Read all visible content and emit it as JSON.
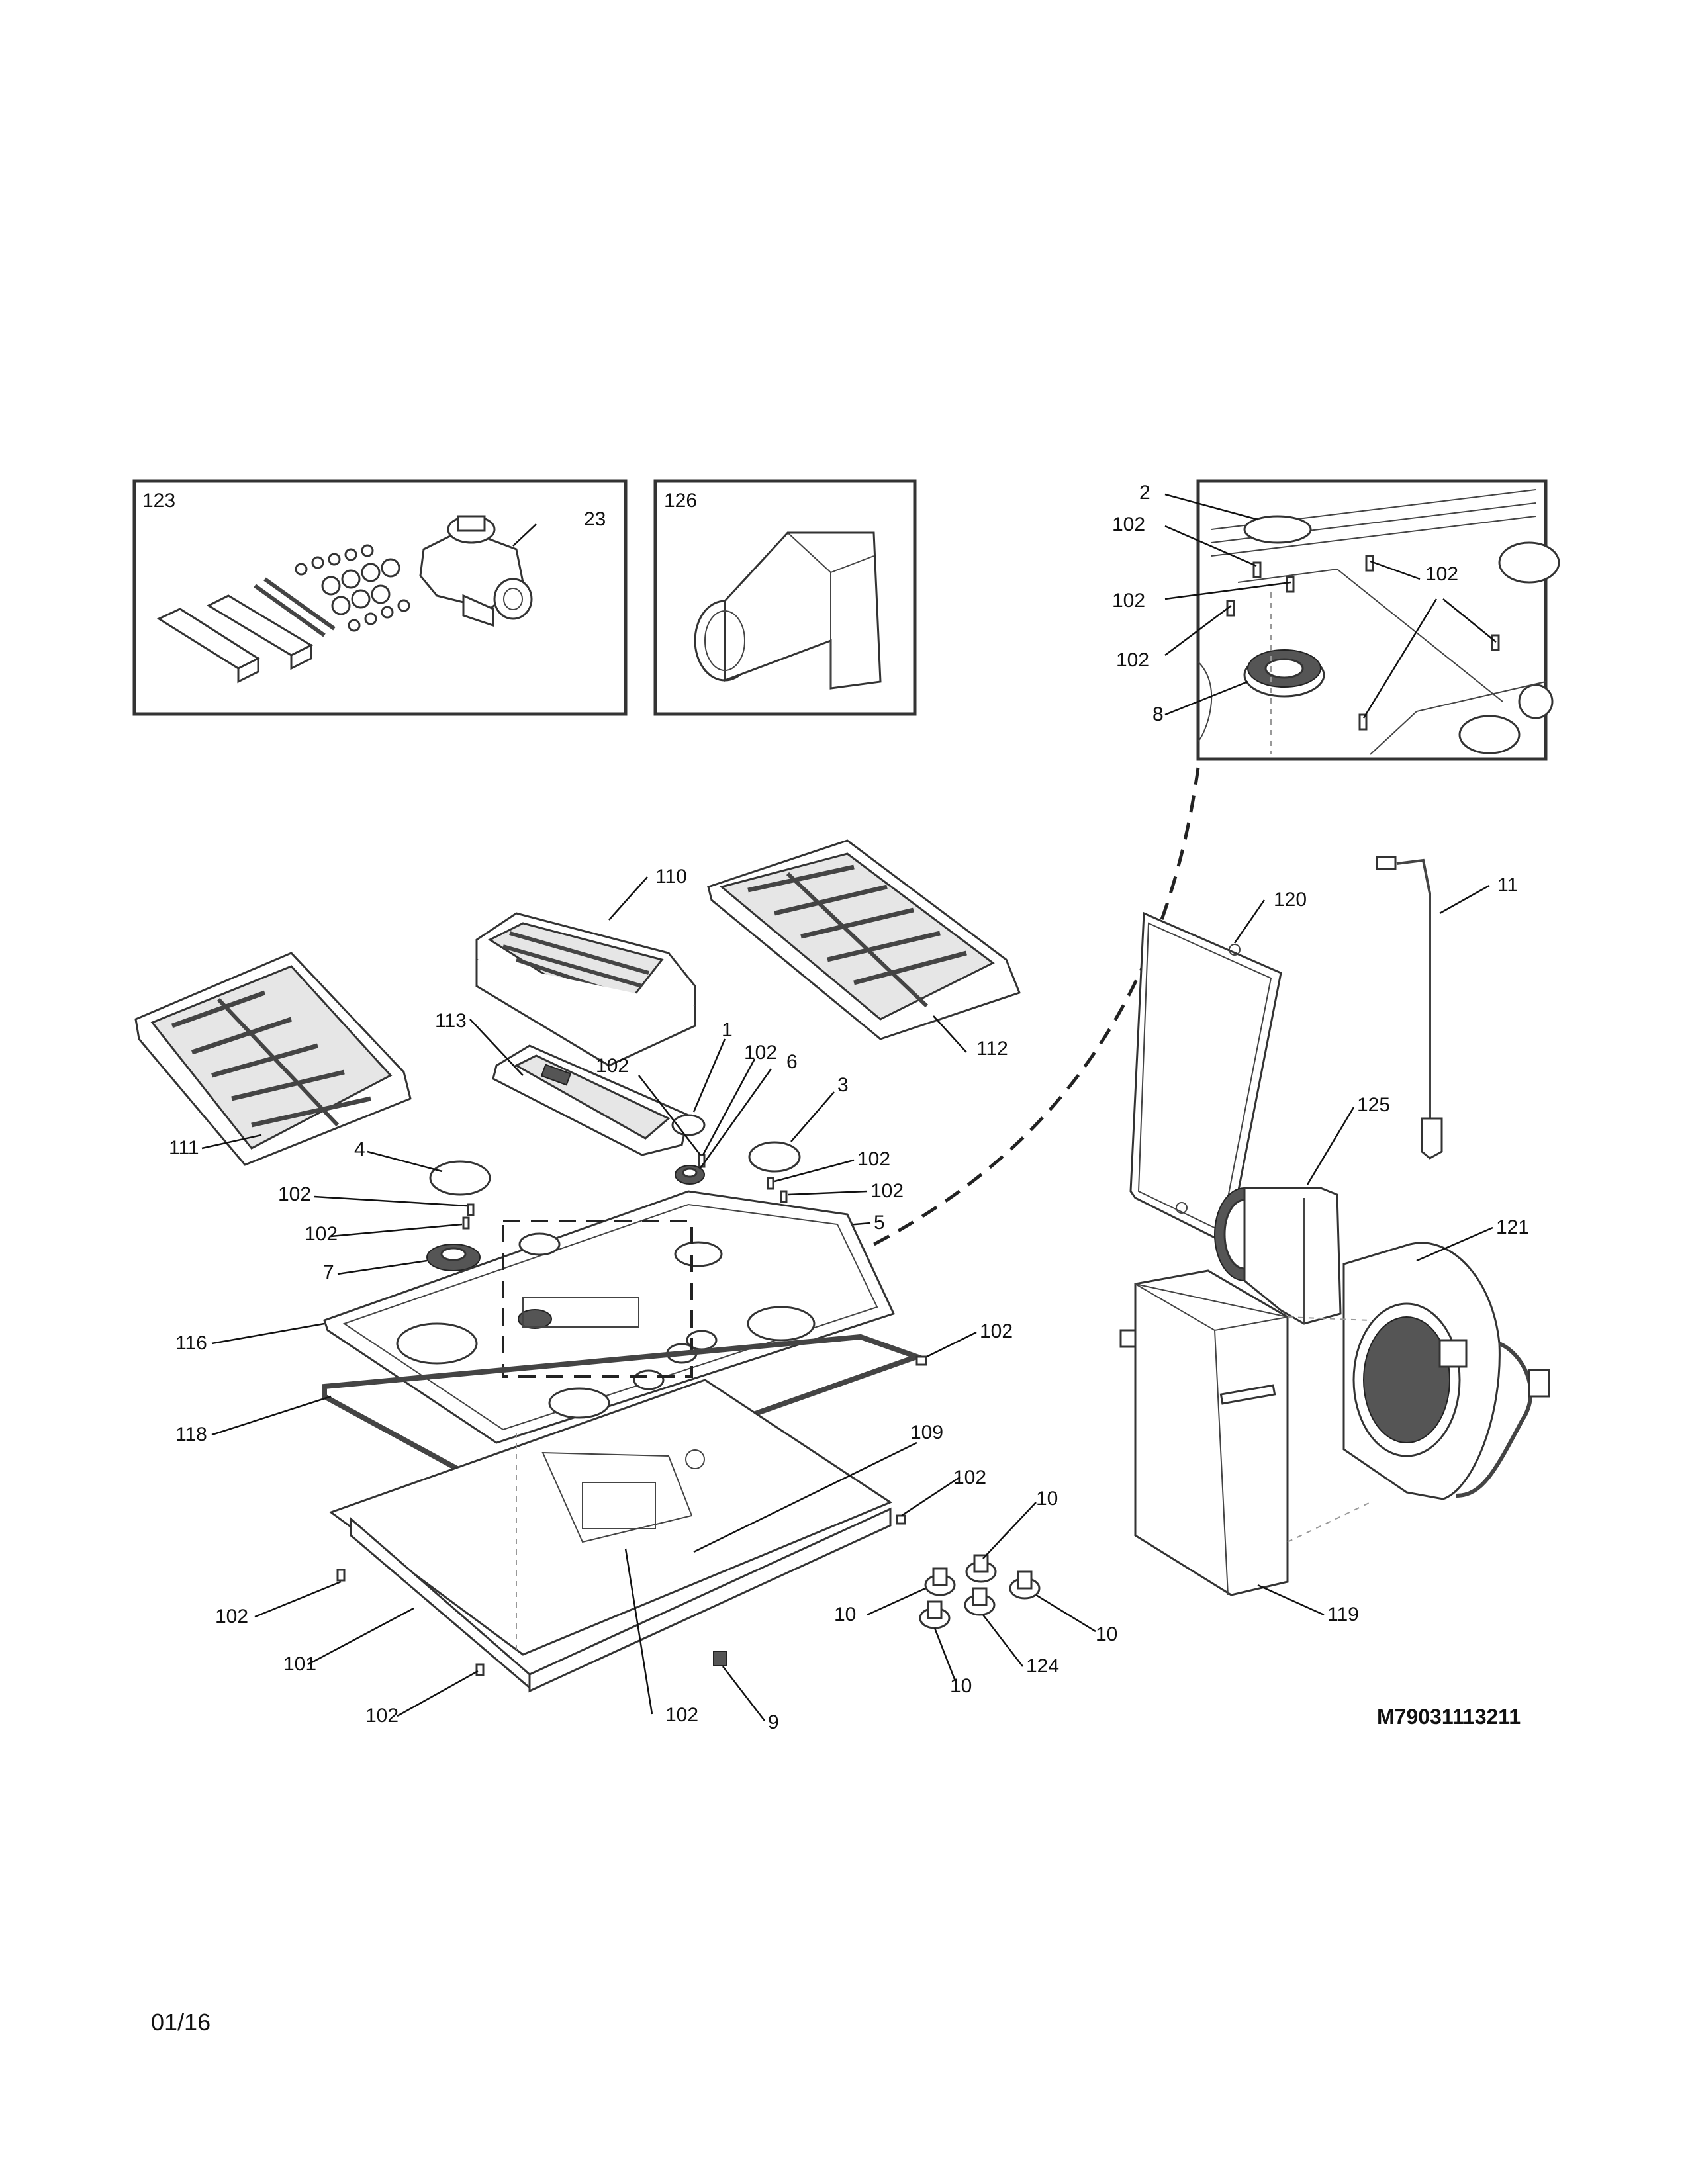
{
  "diagram": {
    "model_number": "M79031113211",
    "page_date": "01/16",
    "inset_labels": {
      "hardware_kit": "123",
      "duct_adapter": "126"
    },
    "callouts": [
      {
        "id": "c-23",
        "text": "23"
      },
      {
        "id": "c-2",
        "text": "2"
      },
      {
        "id": "c-102-a",
        "text": "102"
      },
      {
        "id": "c-102-b",
        "text": "102"
      },
      {
        "id": "c-102-c",
        "text": "102"
      },
      {
        "id": "c-102-d",
        "text": "102"
      },
      {
        "id": "c-8",
        "text": "8"
      },
      {
        "id": "c-110",
        "text": "110"
      },
      {
        "id": "c-120",
        "text": "120"
      },
      {
        "id": "c-11",
        "text": "11"
      },
      {
        "id": "c-113",
        "text": "113"
      },
      {
        "id": "c-112",
        "text": "112"
      },
      {
        "id": "c-1",
        "text": "1"
      },
      {
        "id": "c-102-e",
        "text": "102"
      },
      {
        "id": "c-102-f",
        "text": "102"
      },
      {
        "id": "c-6",
        "text": "6"
      },
      {
        "id": "c-3",
        "text": "3"
      },
      {
        "id": "c-125",
        "text": "125"
      },
      {
        "id": "c-111",
        "text": "111"
      },
      {
        "id": "c-4",
        "text": "4"
      },
      {
        "id": "c-102-g",
        "text": "102"
      },
      {
        "id": "c-102-h",
        "text": "102"
      },
      {
        "id": "c-102-i",
        "text": "102"
      },
      {
        "id": "c-102-j",
        "text": "102"
      },
      {
        "id": "c-5",
        "text": "5"
      },
      {
        "id": "c-121",
        "text": "121"
      },
      {
        "id": "c-7",
        "text": "7"
      },
      {
        "id": "c-116",
        "text": "116"
      },
      {
        "id": "c-102-k",
        "text": "102"
      },
      {
        "id": "c-118",
        "text": "118"
      },
      {
        "id": "c-109",
        "text": "109"
      },
      {
        "id": "c-102-l",
        "text": "102"
      },
      {
        "id": "c-10-a",
        "text": "10"
      },
      {
        "id": "c-102-m",
        "text": "102"
      },
      {
        "id": "c-10-b",
        "text": "10"
      },
      {
        "id": "c-10-c",
        "text": "10"
      },
      {
        "id": "c-101",
        "text": "101"
      },
      {
        "id": "c-124",
        "text": "124"
      },
      {
        "id": "c-119",
        "text": "119"
      },
      {
        "id": "c-10-d",
        "text": "10"
      },
      {
        "id": "c-102-n",
        "text": "102"
      },
      {
        "id": "c-102-o",
        "text": "102"
      },
      {
        "id": "c-9",
        "text": "9"
      }
    ]
  }
}
